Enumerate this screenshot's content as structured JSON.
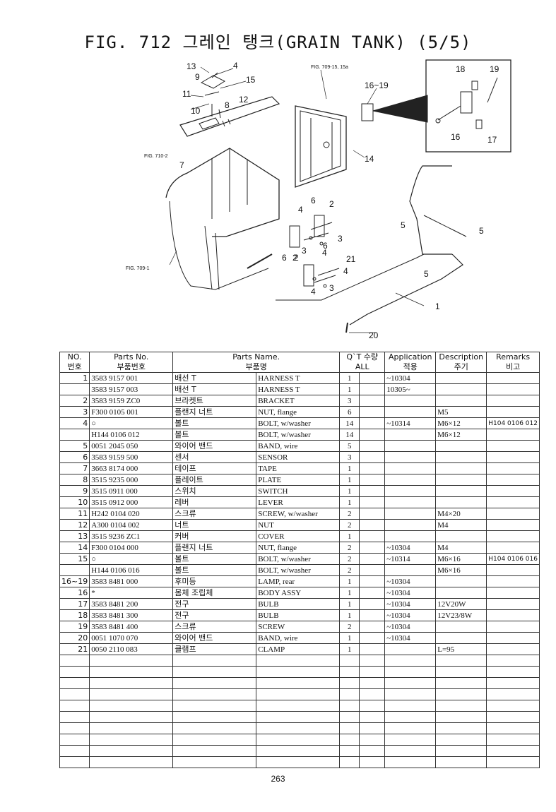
{
  "title": "FIG. 712 그레인 탱크(GRAIN TANK) (5/5)",
  "diagram": {
    "ref_fig_709_15": "FIG. 709-15, 15a",
    "ref_fig_710_2": "FIG. 710-2",
    "ref_fig_709_1": "FIG. 709-1",
    "callouts": [
      "13",
      "4",
      "9",
      "15",
      "11",
      "8",
      "12",
      "10",
      "7",
      "16~19",
      "14",
      "18",
      "19",
      "16",
      "17",
      "6",
      "2",
      "4",
      "3",
      "4",
      "6",
      "2",
      "3",
      "5",
      "5",
      "5",
      "6",
      "2",
      "21",
      "4",
      "3",
      "4",
      "1",
      "20"
    ]
  },
  "table": {
    "headers": {
      "no_en": "NO.",
      "no_ko": "번호",
      "pno_en": "Parts No.",
      "pno_ko": "부품번호",
      "name_en": "Parts Name.",
      "name_ko": "부품명",
      "qty_en": "Q`T 수량",
      "qty_all": "ALL",
      "app_en": "Application",
      "app_ko": "적용",
      "desc_en": "Description",
      "desc_ko": "주기",
      "rem_en": "Remarks",
      "rem_ko": "비고"
    },
    "rows": [
      {
        "no": "1",
        "pno": "3583 9157 001",
        "ko": "배선 T",
        "en": "HARNESS T",
        "qty": "1",
        "app": "~10304",
        "desc": "",
        "rem": ""
      },
      {
        "no": "",
        "pno": "3583 9157 003",
        "ko": "배선 T",
        "en": "HARNESS T",
        "qty": "1",
        "app": "10305~",
        "desc": "",
        "rem": ""
      },
      {
        "no": "2",
        "pno": "3583 9159 ZC0",
        "ko": "브라켓트",
        "en": "BRACKET",
        "qty": "3",
        "app": "",
        "desc": "",
        "rem": ""
      },
      {
        "no": "3",
        "pno": "F300 0105 001",
        "ko": "플랜지 너트",
        "en": "NUT, flange",
        "qty": "6",
        "app": "",
        "desc": "M5",
        "rem": ""
      },
      {
        "no": "4",
        "pno": "○",
        "ko": "볼트",
        "en": "BOLT, w/washer",
        "qty": "14",
        "app": "~10314",
        "desc": "M6×12",
        "rem": "H104 0106 012"
      },
      {
        "no": "",
        "pno": "H144 0106 012",
        "ko": "볼트",
        "en": "BOLT, w/washer",
        "qty": "14",
        "app": "",
        "desc": "M6×12",
        "rem": ""
      },
      {
        "no": "5",
        "pno": "0051 2045 050",
        "ko": "와이어 밴드",
        "en": "BAND, wire",
        "qty": "5",
        "app": "",
        "desc": "",
        "rem": ""
      },
      {
        "no": "6",
        "pno": "3583 9159 500",
        "ko": "센서",
        "en": "SENSOR",
        "qty": "3",
        "app": "",
        "desc": "",
        "rem": ""
      },
      {
        "no": "7",
        "pno": "3663 8174 000",
        "ko": "테이프",
        "en": "TAPE",
        "qty": "1",
        "app": "",
        "desc": "",
        "rem": ""
      },
      {
        "no": "8",
        "pno": "3515 9235 000",
        "ko": "플레이트",
        "en": "PLATE",
        "qty": "1",
        "app": "",
        "desc": "",
        "rem": ""
      },
      {
        "no": "9",
        "pno": "3515 0911 000",
        "ko": "스위치",
        "en": "SWITCH",
        "qty": "1",
        "app": "",
        "desc": "",
        "rem": ""
      },
      {
        "no": "10",
        "pno": "3515 0912 000",
        "ko": "레버",
        "en": "LEVER",
        "qty": "1",
        "app": "",
        "desc": "",
        "rem": ""
      },
      {
        "no": "11",
        "pno": "H242 0104 020",
        "ko": "스크류",
        "en": "SCREW, w/washer",
        "qty": "2",
        "app": "",
        "desc": "M4×20",
        "rem": ""
      },
      {
        "no": "12",
        "pno": "A300 0104 002",
        "ko": "너트",
        "en": "NUT",
        "qty": "2",
        "app": "",
        "desc": "M4",
        "rem": ""
      },
      {
        "no": "13",
        "pno": "3515 9236 ZC1",
        "ko": "커버",
        "en": "COVER",
        "qty": "1",
        "app": "",
        "desc": "",
        "rem": ""
      },
      {
        "no": "14",
        "pno": "F300 0104 000",
        "ko": "플랜지 너트",
        "en": "NUT, flange",
        "qty": "2",
        "app": "~10304",
        "desc": "M4",
        "rem": ""
      },
      {
        "no": "15",
        "pno": "○",
        "ko": "볼트",
        "en": "BOLT, w/washer",
        "qty": "2",
        "app": "~10314",
        "desc": "M6×16",
        "rem": "H104 0106 016"
      },
      {
        "no": "",
        "pno": "H144 0106 016",
        "ko": "볼트",
        "en": "BOLT, w/washer",
        "qty": "2",
        "app": "",
        "desc": "M6×16",
        "rem": ""
      },
      {
        "no": "16~19",
        "pno": "3583 8481 000",
        "ko": "후미등",
        "en": "LAMP, rear",
        "qty": "1",
        "app": "~10304",
        "desc": "",
        "rem": ""
      },
      {
        "no": "16",
        "pno": "*",
        "ko": "몸체 조립체",
        "en": "BODY ASSY",
        "qty": "1",
        "app": "~10304",
        "desc": "",
        "rem": ""
      },
      {
        "no": "17",
        "pno": "3583 8481 200",
        "ko": "전구",
        "en": "BULB",
        "qty": "1",
        "app": "~10304",
        "desc": "12V20W",
        "rem": ""
      },
      {
        "no": "18",
        "pno": "3583 8481 300",
        "ko": "전구",
        "en": "BULB",
        "qty": "1",
        "app": "~10304",
        "desc": "12V23/8W",
        "rem": ""
      },
      {
        "no": "19",
        "pno": "3583 8481 400",
        "ko": "스크류",
        "en": "SCREW",
        "qty": "2",
        "app": "~10304",
        "desc": "",
        "rem": ""
      },
      {
        "no": "20",
        "pno": "0051 1070 070",
        "ko": "와이어 밴드",
        "en": "BAND, wire",
        "qty": "1",
        "app": "~10304",
        "desc": "",
        "rem": ""
      },
      {
        "no": "21",
        "pno": "0050 2110 083",
        "ko": "클램프",
        "en": "CLAMP",
        "qty": "1",
        "app": "",
        "desc": "L=95",
        "rem": ""
      }
    ]
  },
  "page_number": "263"
}
